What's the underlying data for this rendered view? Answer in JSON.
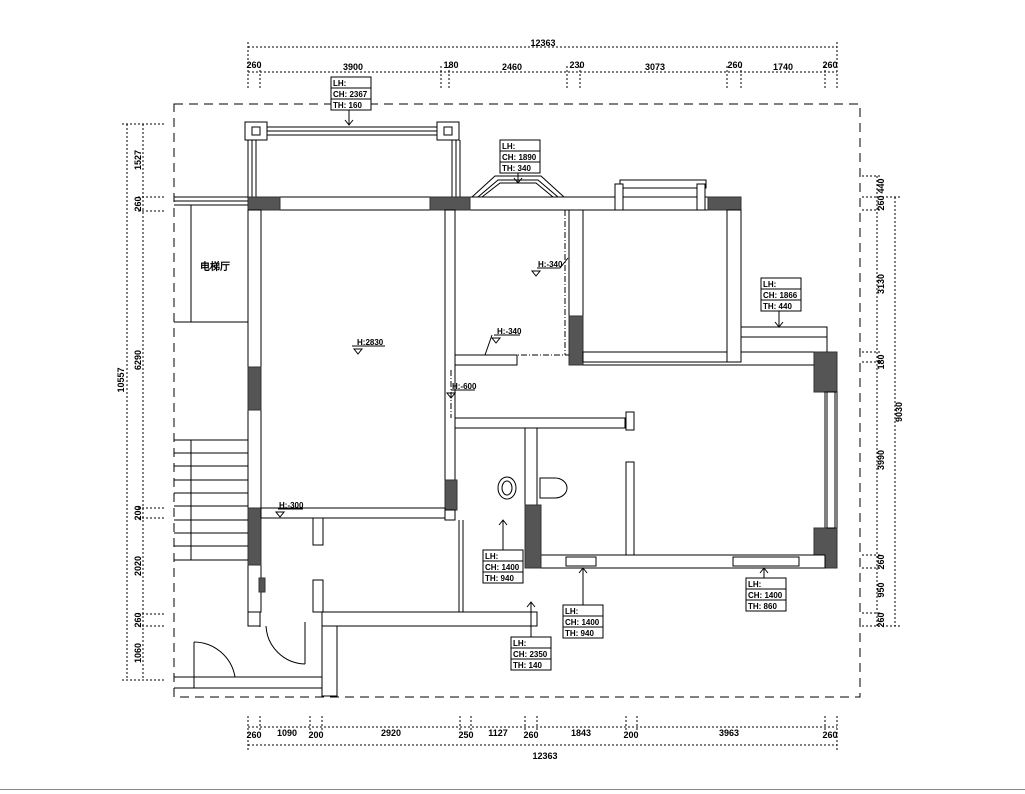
{
  "dimensions": {
    "top_total": "12363",
    "top": [
      "260",
      "3900",
      "180",
      "2460",
      "230",
      "3073",
      "260",
      "1740",
      "260"
    ],
    "bottom": [
      "260",
      "1090",
      "200",
      "2920",
      "250",
      "1127",
      "260",
      "1843",
      "200",
      "3963",
      "260"
    ],
    "bottom_total": "12363",
    "left_total": "10557",
    "left": [
      "1527",
      "260",
      "6290",
      "200",
      "2020",
      "260",
      "1060"
    ],
    "right": [
      "440",
      "260",
      "3130",
      "180",
      "3990",
      "260",
      "950",
      "260"
    ],
    "right_total": "9030"
  },
  "tags": [
    {
      "lh": "LH:",
      "ch": "CH: 2367",
      "th": "TH: 160"
    },
    {
      "lh": "LH:",
      "ch": "CH: 1890",
      "th": "TH: 340"
    },
    {
      "lh": "LH:",
      "ch": "CH: 1866",
      "th": "TH: 440"
    },
    {
      "lh": "LH:",
      "ch": "CH: 1400",
      "th": "TH: 940"
    },
    {
      "lh": "LH:",
      "ch": "CH: 1400",
      "th": "TH: 940"
    },
    {
      "lh": "LH:",
      "ch": "CH: 2350",
      "th": "TH: 140"
    },
    {
      "lh": "LH:",
      "ch": "CH: 1400",
      "th": "TH: 860"
    }
  ],
  "levels": [
    "H:2830",
    "H:-340",
    "H:-340",
    "H:-600",
    "H:-300"
  ],
  "rooms": {
    "elevator_hall": "电梯厅"
  }
}
